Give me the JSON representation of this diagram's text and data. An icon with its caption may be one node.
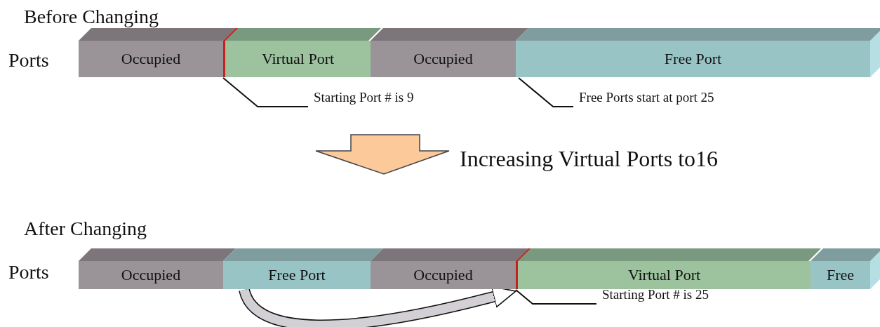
{
  "diagram": {
    "nodes": [
      {
        "text": [
          "Occupied"
        ]
      },
      {
        "text": [
          "Virtual Port"
        ]
      },
      {
        "text": [
          "Occupied"
        ]
      },
      {
        "text": [
          "Free Port"
        ]
      },
      {
        "text": [
          "Starting Port # is 9"
        ]
      },
      {
        "text": [
          "Free Ports start at port 25"
        ]
      },
      {
        "text": [
          "Occupied"
        ]
      },
      {
        "text": [
          "Free Port"
        ]
      },
      {
        "text": [
          "Occupied"
        ]
      },
      {
        "text": [
          "Virtual Port"
        ]
      },
      {
        "text": [
          "Free"
        ]
      },
      {
        "text": [
          "Starting Port # is 25"
        ]
      }
    ],
    "edges": [
      {
        "from": 4,
        "to": 1,
        "arrow": "none"
      },
      {
        "from": 5,
        "to": 3,
        "arrow": "none"
      },
      {
        "from": 11,
        "to": 9,
        "arrow": "none"
      },
      {
        "from": 7,
        "to": 9,
        "arrow": "to",
        "style": "thick"
      }
    ],
    "labels": [
      "Before Changing",
      "Ports",
      "Increasing Virtual Ports to16",
      "After Changing",
      "Ports"
    ]
  }
}
